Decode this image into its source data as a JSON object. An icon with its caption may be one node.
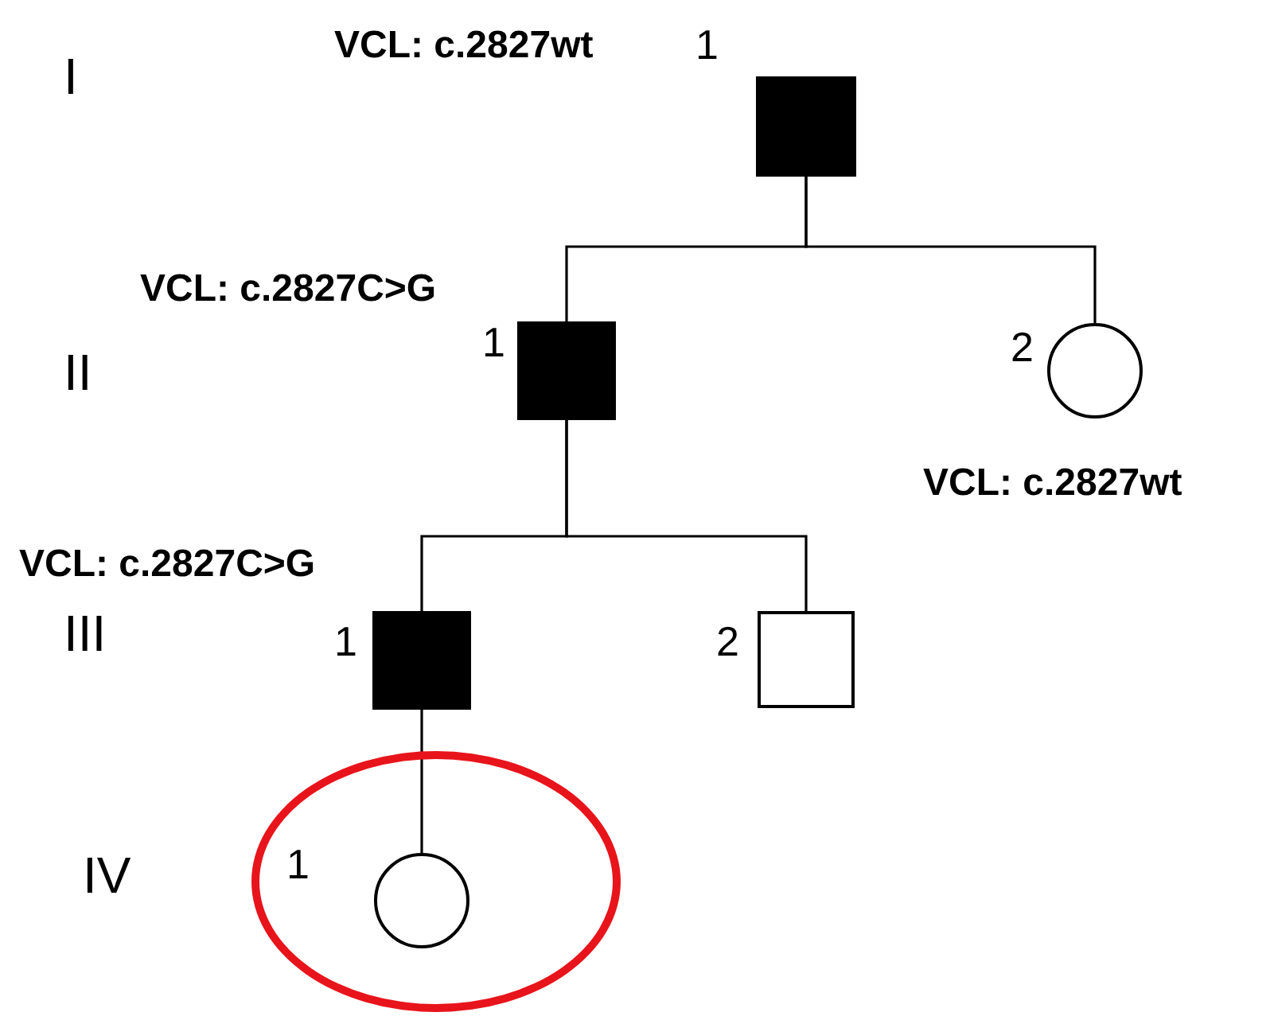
{
  "diagram": {
    "nodes": [
      {
        "text": [],
        "shape": "box",
        "beside": [
          "VCL: c.2827wt",
          "1"
        ]
      },
      {
        "text": [],
        "shape": "box",
        "beside": [
          "VCL: c.2827C>G",
          "1"
        ]
      },
      {
        "text": [],
        "shape": "circle",
        "beside": [
          "2",
          "VCL: c.2827wt"
        ]
      },
      {
        "text": [],
        "shape": "box",
        "beside": [
          "VCL: c.2827C>G",
          "1"
        ]
      },
      {
        "text": [],
        "shape": "box",
        "beside": [
          "2"
        ]
      },
      {
        "text": [],
        "shape": "ellipse"
      },
      {
        "text": [],
        "shape": "circle",
        "in": 5,
        "beside": [
          "1"
        ]
      }
    ],
    "edges": [
      {
        "from": 0,
        "to": 1,
        "arrow": "none"
      },
      {
        "from": 0,
        "to": 2,
        "arrow": "none"
      },
      {
        "from": 1,
        "to": 3,
        "arrow": "none"
      },
      {
        "from": 1,
        "to": 4,
        "arrow": "none"
      },
      {
        "from": 3,
        "to": 6,
        "arrow": "none"
      }
    ],
    "labels": [
      "I",
      "II",
      "III",
      "IV"
    ]
  }
}
